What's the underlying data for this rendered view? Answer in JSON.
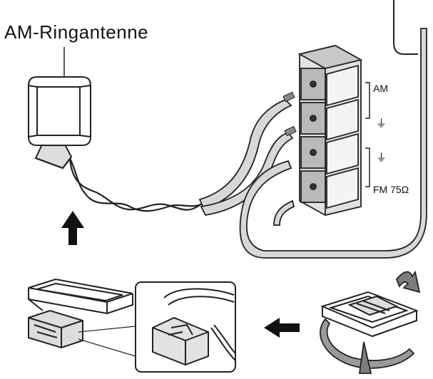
{
  "title": "AM-Ringantenne",
  "terminals": {
    "am_label": "AM",
    "fm_label": "FM 75Ω",
    "ground_symbol": "ground-icon"
  },
  "colors": {
    "line": "#222222",
    "terminal_fill": "#b9b9b9",
    "terminal_light": "#e2e2e2",
    "cable_fill": "#d8d8d8",
    "arrow_fill": "#111111"
  }
}
